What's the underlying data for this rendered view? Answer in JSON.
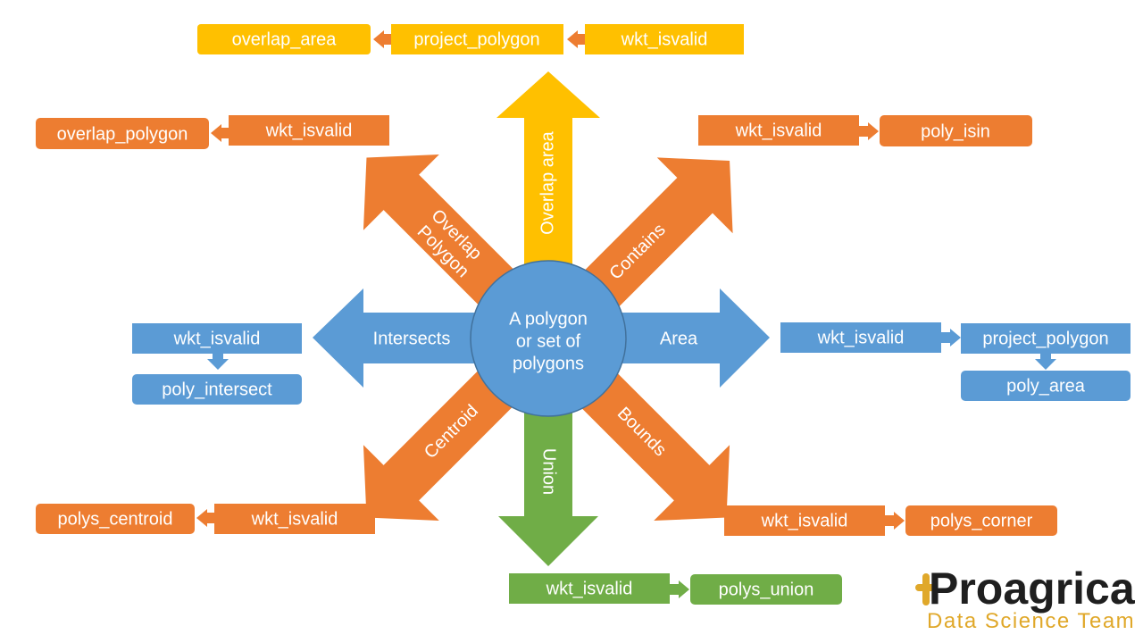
{
  "colors": {
    "yellow": "#FFC000",
    "orange": "#ED7D31",
    "blue": "#5B9BD5",
    "green": "#70AD47",
    "text_on_fill": "#ffffff",
    "brand_gold": "#E0A82A",
    "brand_dark": "#1F1F1F"
  },
  "center": {
    "line1": "A polygon",
    "line2": "or set of",
    "line3": "polygons"
  },
  "arrows": {
    "overlap_area": "Overlap area",
    "contains": "Contains",
    "area": "Area",
    "bounds": "Bounds",
    "union": "Union",
    "centroid": "Centroid",
    "intersects": "Intersects",
    "overlap_polygon_line1": "Overlap",
    "overlap_polygon_line2": "Polygon"
  },
  "chains": {
    "overlap_area": [
      "overlap_area",
      "project_polygon",
      "wkt_isvalid"
    ],
    "overlap_polygon": [
      "overlap_polygon",
      "wkt_isvalid"
    ],
    "contains": [
      "wkt_isvalid",
      "poly_isin"
    ],
    "intersects": [
      "wkt_isvalid",
      "poly_intersect"
    ],
    "area": [
      "wkt_isvalid",
      "project_polygon",
      "poly_area"
    ],
    "centroid": [
      "polys_centroid",
      "wkt_isvalid"
    ],
    "bounds": [
      "wkt_isvalid",
      "polys_corner"
    ],
    "union": [
      "wkt_isvalid",
      "polys_union"
    ]
  },
  "logo": {
    "word": "Proagrica",
    "subtitle": "Data Science Team"
  }
}
